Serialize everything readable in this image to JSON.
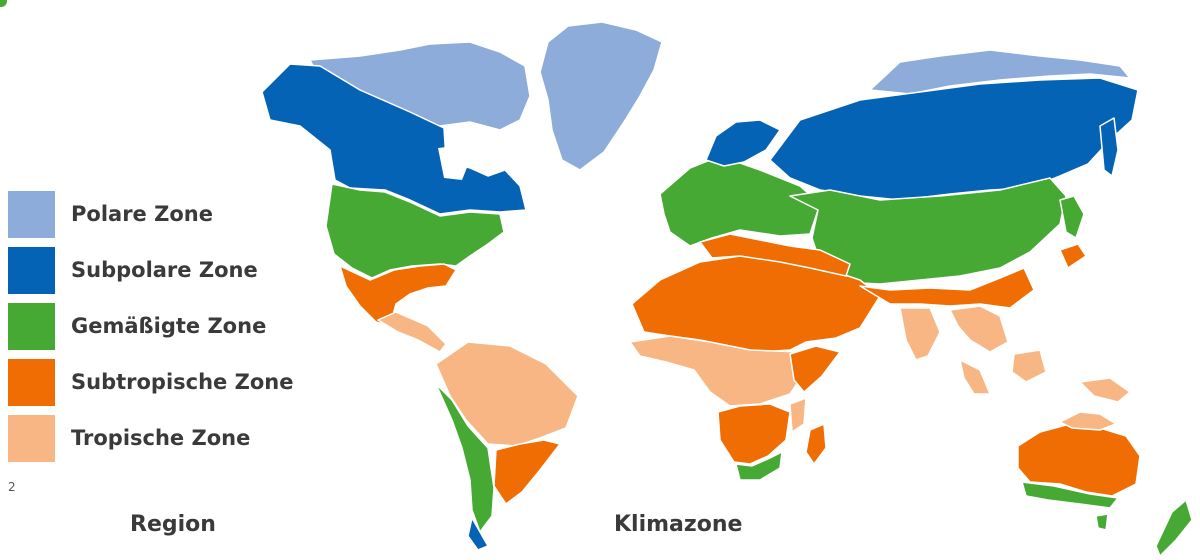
{
  "colors": {
    "polar": "#8dacd9",
    "subpolar": "#0563b5",
    "temperate": "#46a933",
    "subtropical": "#ef6d03",
    "tropical": "#f8b684",
    "accent_mark": "#46a933"
  },
  "legend": {
    "items": [
      {
        "label": "Polare Zone",
        "color": "#8dacd9"
      },
      {
        "label": "Subpolare Zone",
        "color": "#0563b5"
      },
      {
        "label": "Gemäßigte Zone",
        "color": "#46a933"
      },
      {
        "label": "Subtropische Zone",
        "color": "#ef6d03"
      },
      {
        "label": "Tropische Zone",
        "color": "#f8b684"
      }
    ]
  },
  "page_number": "2",
  "footer": {
    "region_label": "Region",
    "klimazone_label": "Klimazone"
  }
}
